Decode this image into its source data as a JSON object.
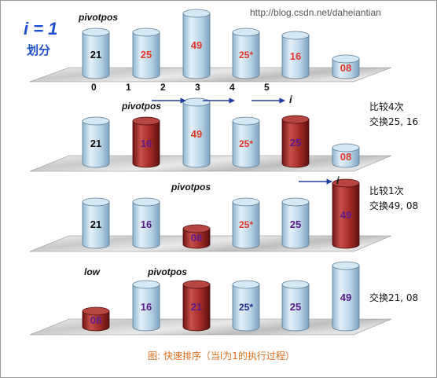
{
  "watermark": "http://blog.csdn.net/daheiantian",
  "header": {
    "i_label": "i = 1",
    "subtitle": "划分"
  },
  "index_labels": [
    "0",
    "1",
    "2",
    "3",
    "4",
    "5"
  ],
  "caption": "图: 快速排序（当i为1的执行过程）",
  "colors": {
    "title_blue": "#1f4fd0",
    "highlight_red": "#e03a2a",
    "caption_orange": "#e07020",
    "arrow_blue": "#1f3fa0"
  },
  "rows": [
    {
      "pointer_labels": [
        {
          "text": "pivotpos",
          "id": "pivotpos"
        }
      ],
      "notes": [],
      "cylinders": [
        {
          "value": "21",
          "red": false,
          "short": false,
          "text_color": "#111111"
        },
        {
          "value": "25",
          "red": false,
          "short": false,
          "text_color": "#e03a2a"
        },
        {
          "value": "49",
          "red": false,
          "short": false,
          "text_color": "#e03a2a"
        },
        {
          "value": "25*",
          "red": false,
          "short": false,
          "text_color": "#e03a2a"
        },
        {
          "value": "16",
          "red": false,
          "short": false,
          "text_color": "#e03a2a"
        },
        {
          "value": "08",
          "red": false,
          "short": true,
          "text_color": "#e03a2a"
        }
      ]
    },
    {
      "pointer_labels": [
        {
          "text": "pivotpos",
          "id": "pivotpos"
        },
        {
          "text": "i",
          "id": "i"
        }
      ],
      "notes": [
        "比较4次",
        "交换25, 16"
      ],
      "cylinders": [
        {
          "value": "21",
          "red": false,
          "short": false,
          "text_color": "#111111"
        },
        {
          "value": "16",
          "red": true,
          "short": false,
          "text_color": "#5a1a8a"
        },
        {
          "value": "49",
          "red": false,
          "short": false,
          "text_color": "#e03a2a"
        },
        {
          "value": "25*",
          "red": false,
          "short": false,
          "text_color": "#e03a2a"
        },
        {
          "value": "25",
          "red": true,
          "short": false,
          "text_color": "#5a1a8a"
        },
        {
          "value": "08",
          "red": false,
          "short": true,
          "text_color": "#e03a2a"
        }
      ]
    },
    {
      "pointer_labels": [
        {
          "text": "pivotpos",
          "id": "pivotpos"
        },
        {
          "text": "i",
          "id": "i"
        }
      ],
      "notes": [
        "比较1次",
        "交换49, 08"
      ],
      "cylinders": [
        {
          "value": "21",
          "red": false,
          "short": false,
          "text_color": "#111111"
        },
        {
          "value": "16",
          "red": false,
          "short": false,
          "text_color": "#5a1a8a"
        },
        {
          "value": "08",
          "red": true,
          "short": true,
          "text_color": "#5a1a8a"
        },
        {
          "value": "25*",
          "red": false,
          "short": false,
          "text_color": "#e03a2a"
        },
        {
          "value": "25",
          "red": false,
          "short": false,
          "text_color": "#5a1a8a"
        },
        {
          "value": "49",
          "red": true,
          "short": false,
          "text_color": "#5a1a8a"
        }
      ]
    },
    {
      "pointer_labels": [
        {
          "text": "low",
          "id": "low"
        },
        {
          "text": "pivotpos",
          "id": "pivotpos"
        }
      ],
      "notes": [
        "交换21, 08"
      ],
      "cylinders": [
        {
          "value": "08",
          "red": true,
          "short": true,
          "text_color": "#5a1a8a"
        },
        {
          "value": "16",
          "red": false,
          "short": false,
          "text_color": "#5a1a8a"
        },
        {
          "value": "21",
          "red": true,
          "short": false,
          "text_color": "#5a1a8a"
        },
        {
          "value": "25*",
          "red": false,
          "short": false,
          "text_color": "#1a2a8a"
        },
        {
          "value": "25",
          "red": false,
          "short": false,
          "text_color": "#5a1a8a"
        },
        {
          "value": "49",
          "red": false,
          "short": false,
          "text_color": "#5a1a8a"
        }
      ]
    }
  ]
}
